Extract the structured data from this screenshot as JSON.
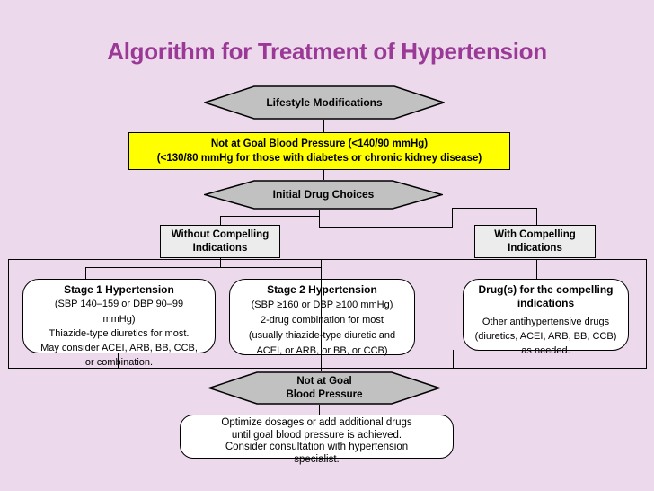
{
  "title": "Algorithm for Treatment of Hypertension",
  "colors": {
    "background": "#ECD9EC",
    "title_text": "#9A3A96",
    "hexagon_fill": "#C1C1C1",
    "goal_banner_fill": "#FFFF00",
    "indication_box_fill": "#ECECEC",
    "process_box_fill": "#FFFFFF",
    "connector": "#000000"
  },
  "nodes": {
    "lifestyle": {
      "label": "Lifestyle Modifications"
    },
    "goal_banner": {
      "line1": "Not at Goal Blood Pressure (<140/90 mmHg)",
      "line2": "(<130/80 mmHg for those with diabetes or chronic kidney disease)"
    },
    "initial_drug": {
      "label": "Initial Drug Choices"
    },
    "without_compelling": {
      "line1": "Without Compelling",
      "line2": "Indications"
    },
    "with_compelling": {
      "line1": "With Compelling",
      "line2": "Indications"
    },
    "stage1": {
      "title": "Stage 1 Hypertension",
      "line1": "(SBP 140–159 or DBP 90–99",
      "line2": "mmHg)",
      "line3": "Thiazide-type diuretics for most.",
      "line4": "May consider ACEI, ARB, BB, CCB,",
      "overflow": "or combination."
    },
    "stage2": {
      "title": "Stage 2 Hypertension",
      "line1": "(SBP ≥160 or DBP ≥100 mmHg)",
      "line2": "2-drug combination for most",
      "line3": "(usually thiazide-type diuretic and",
      "line4": "ACEI, or ARB, or BB, or CCB)"
    },
    "compelling_drugs": {
      "title1": "Drug(s) for the compelling",
      "title2": "indications",
      "line1": "Other antihypertensive drugs",
      "line2": "(diuretics, ACEI, ARB, BB, CCB)",
      "line3": "as needed."
    },
    "not_at_goal": {
      "line1": "Not at Goal",
      "line2": "Blood Pressure"
    },
    "optimize": {
      "line1": "Optimize dosages or add additional drugs",
      "line2": "until goal blood pressure is achieved.",
      "line3": "Consider consultation with hypertension",
      "line4": "specialist."
    }
  }
}
